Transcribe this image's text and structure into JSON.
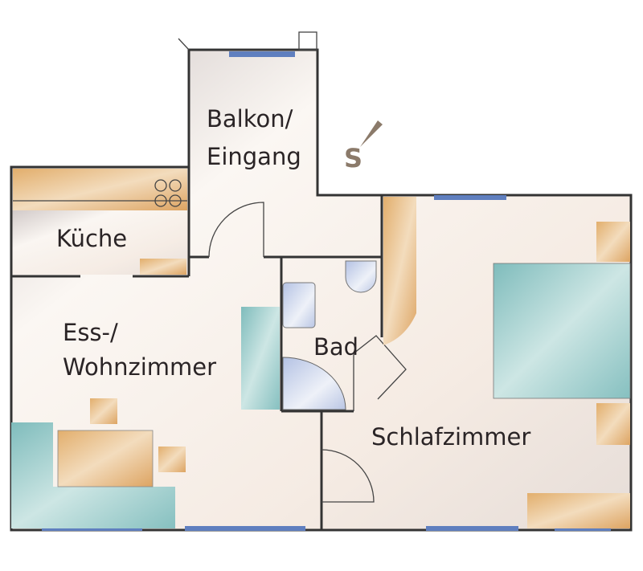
{
  "rooms": {
    "balkon_line1": "Balkon/",
    "balkon_line2": "Eingang",
    "kueche": "Küche",
    "wohn_line1": "Ess-/",
    "wohn_line2": "Wohnzimmer",
    "bad": "Bad",
    "schlaf": "Schlafzimmer"
  },
  "compass": {
    "label": "S"
  },
  "colors": {
    "wood": "#e2ae6c",
    "teal": "#8cc3c3",
    "window": "#5f7fbf",
    "tile": "#c7d2ea",
    "floor": "#f6ece4",
    "text": "#2a2426",
    "compass": "#8b7a6a"
  }
}
